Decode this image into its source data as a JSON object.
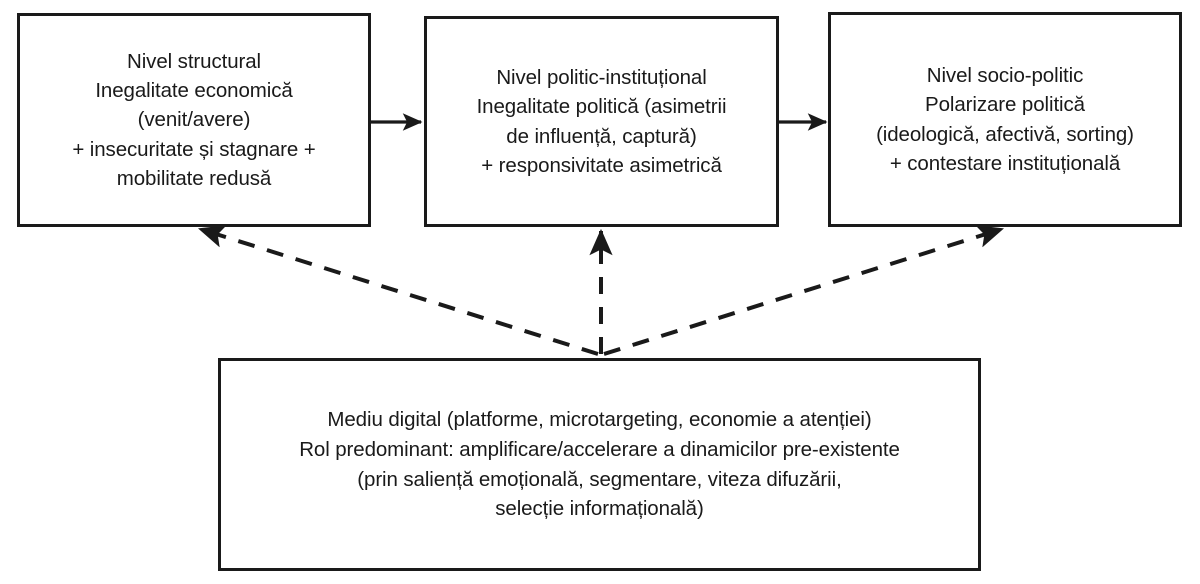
{
  "diagram": {
    "title": "Model cu trei niveluri: inegalitate economica, inegalitate politica, polarizare politica si mediul digital",
    "background_color": "#ffffff",
    "stroke_color": "#1a1a1a",
    "nodes": [
      {
        "id": "structural",
        "name": "nivel-structural",
        "text": "Nivel structural\nInegalitate economică\n(venit/avere)\n+ insecuritate și stagnare +\nmobilitate redusă"
      },
      {
        "id": "political",
        "name": "nivel-politic-institutional",
        "text": "Nivel politic-instituțional\nInegalitate politică (asimetrii\nde influență, captură)\n+ responsivitate asimetrică"
      },
      {
        "id": "socio",
        "name": "nivel-socio-politic",
        "text": "Nivel socio-politic\nPolarizare politică\n(ideologică, afectivă, sorting)\n+ contestare instituțională"
      },
      {
        "id": "digital",
        "name": "mediu-digital",
        "text": "Mediu digital (platforme, microtargeting, economie a atenției)\nRol predominant: amplificare/accelerare a dinamicilor pre-existente\n(prin saliență emoțională, segmentare, viteza difuzării,\nselecție informațională)"
      }
    ],
    "edges": [
      {
        "id": "e1",
        "name": "arrow-structural-to-political",
        "from": "structural",
        "to": "political",
        "style": "solid",
        "label": ""
      },
      {
        "id": "e2",
        "name": "arrow-political-to-socio",
        "from": "political",
        "to": "socio",
        "style": "solid",
        "label": ""
      },
      {
        "id": "e3",
        "name": "dashed-arrow-digital-to-structural",
        "from": "digital",
        "to": "structural",
        "style": "dashed",
        "label": ""
      },
      {
        "id": "e4",
        "name": "dashed-arrow-digital-to-political",
        "from": "digital",
        "to": "political",
        "style": "dashed",
        "label": ""
      },
      {
        "id": "e5",
        "name": "dashed-arrow-digital-to-socio",
        "from": "digital",
        "to": "socio",
        "style": "dashed",
        "label": ""
      }
    ]
  }
}
